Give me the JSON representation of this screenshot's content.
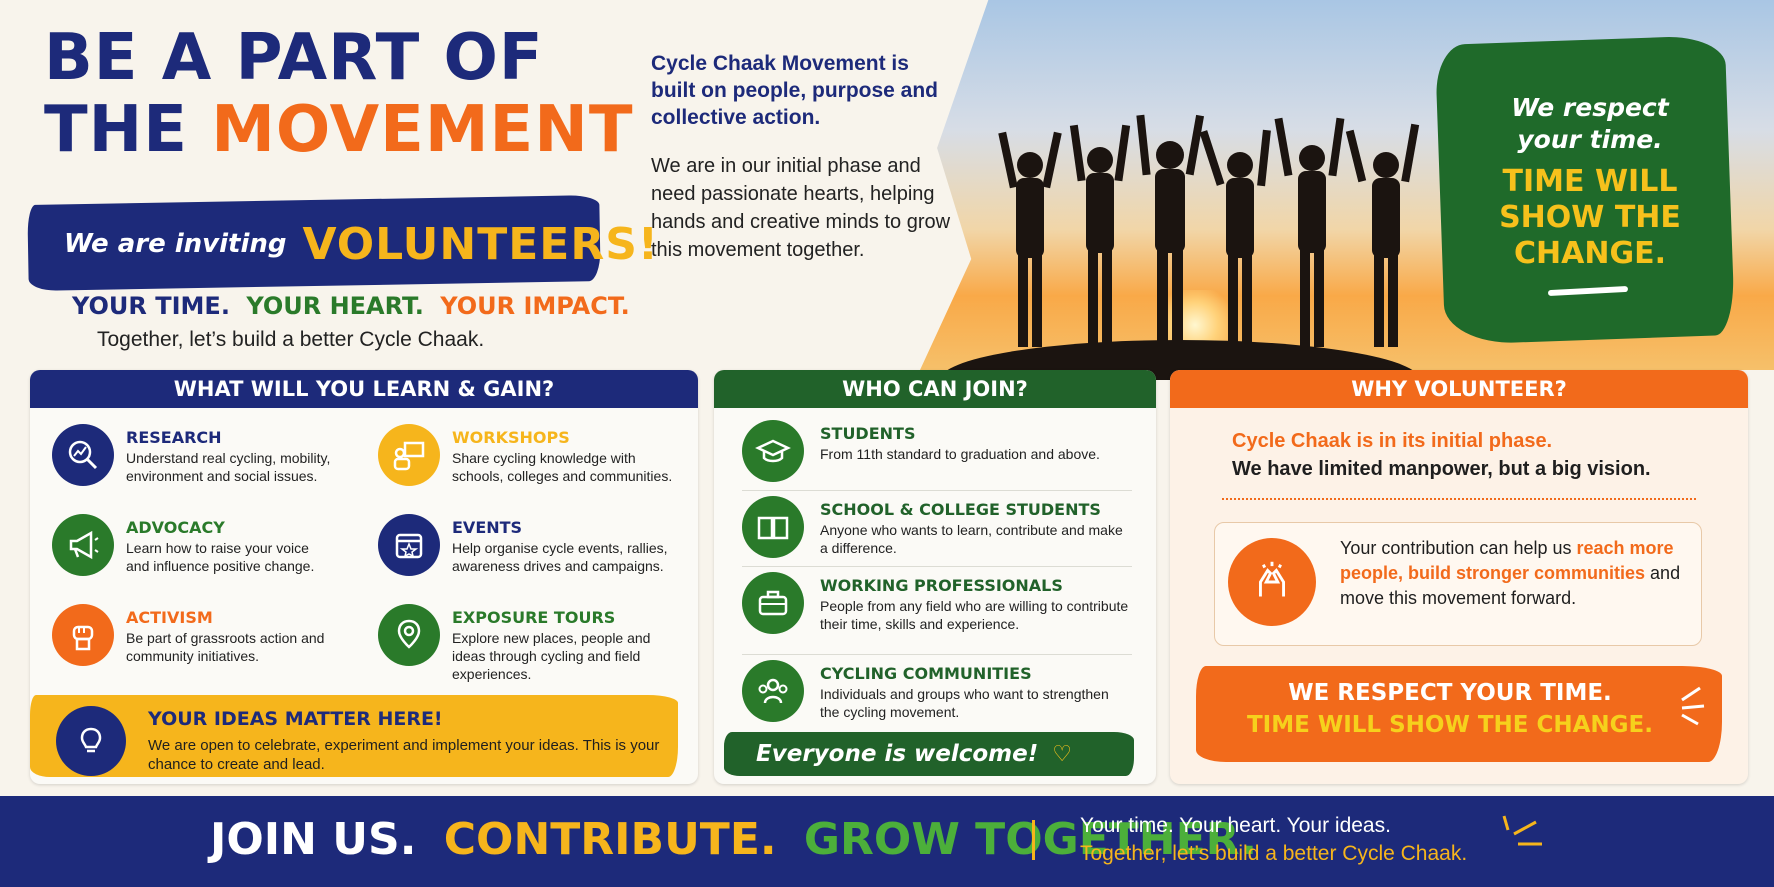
{
  "hero": {
    "title_line1": "BE A PART OF",
    "title_line2_a": "THE ",
    "title_line2_b": "MOVEMENT",
    "invite_lead": "We are inviting",
    "invite_main": "VOLUNTEERS!",
    "tagline": [
      "YOUR TIME.",
      "YOUR HEART.",
      "YOUR IMPACT."
    ],
    "tagline_sub": "Together, let’s build a better Cycle Chaak."
  },
  "intro": {
    "lead": "Cycle Chaak Movement is built on people, purpose and collective action.",
    "body": "We are in our initial phase and need passionate hearts, helping hands and creative minds to grow this movement together."
  },
  "respect_card": {
    "line1": "We respect your time.",
    "line2": "TIME WILL SHOW THE CHANGE."
  },
  "learn": {
    "heading": "WHAT WILL YOU LEARN & GAIN?",
    "items": [
      {
        "title": "RESEARCH",
        "desc": "Understand real cycling, mobility, environment and social issues.",
        "icon": "research-icon",
        "color": "#1d2a7a"
      },
      {
        "title": "ADVOCACY",
        "desc": "Learn how to raise your voice and influence positive change.",
        "icon": "megaphone-icon",
        "color": "#2a7a2a"
      },
      {
        "title": "ACTIVISM",
        "desc": "Be part of grassroots action and community initiatives.",
        "icon": "fist-icon",
        "color": "#f26a1b"
      },
      {
        "title": "WORKSHOPS",
        "desc": "Share cycling knowledge with schools, colleges and communities.",
        "icon": "presenter-icon",
        "color": "#f6b51c"
      },
      {
        "title": "EVENTS",
        "desc": "Help organise cycle events, rallies, awareness drives and campaigns.",
        "icon": "calendar-icon",
        "color": "#1d2a7a"
      },
      {
        "title": "EXPOSURE TOURS",
        "desc": "Explore new places, people and ideas through cycling and field experiences.",
        "icon": "map-pin-icon",
        "color": "#2a7a2a"
      }
    ],
    "ideas_title": "YOUR IDEAS MATTER HERE!",
    "ideas_desc": "We are open to celebrate, experiment and implement your ideas. This is your chance to create and lead."
  },
  "join": {
    "heading": "WHO CAN JOIN?",
    "items": [
      {
        "title": "STUDENTS",
        "desc": "From 11th standard to graduation and above.",
        "icon": "graduation-cap-icon"
      },
      {
        "title": "SCHOOL & COLLEGE STUDENTS",
        "desc": "Anyone who wants to learn, contribute and make a difference.",
        "icon": "book-icon"
      },
      {
        "title": "WORKING PROFESSIONALS",
        "desc": "People from any field who are willing to contribute their time, skills and experience.",
        "icon": "briefcase-icon"
      },
      {
        "title": "CYCLING COMMUNITIES",
        "desc": "Individuals and groups who want to strengthen the cycling movement.",
        "icon": "group-icon"
      }
    ],
    "welcome": "Everyone is welcome!"
  },
  "why": {
    "heading": "WHY VOLUNTEER?",
    "line1": "Cycle Chaak is in its initial phase.",
    "line2": "We have limited manpower, but a big vision.",
    "contrib_a": "Your contribution can help us ",
    "contrib_hl": "reach more people, build stronger communities",
    "contrib_b": " and move this movement forward.",
    "banner1": "WE RESPECT YOUR TIME.",
    "banner2": "TIME WILL SHOW THE CHANGE."
  },
  "footer": {
    "join": "JOIN US.",
    "contribute": "CONTRIBUTE.",
    "grow": "GROW TOGETHER.",
    "right1": "Your time. Your heart. Your ideas.",
    "right2": "Together, let’s build a better Cycle Chaak."
  }
}
